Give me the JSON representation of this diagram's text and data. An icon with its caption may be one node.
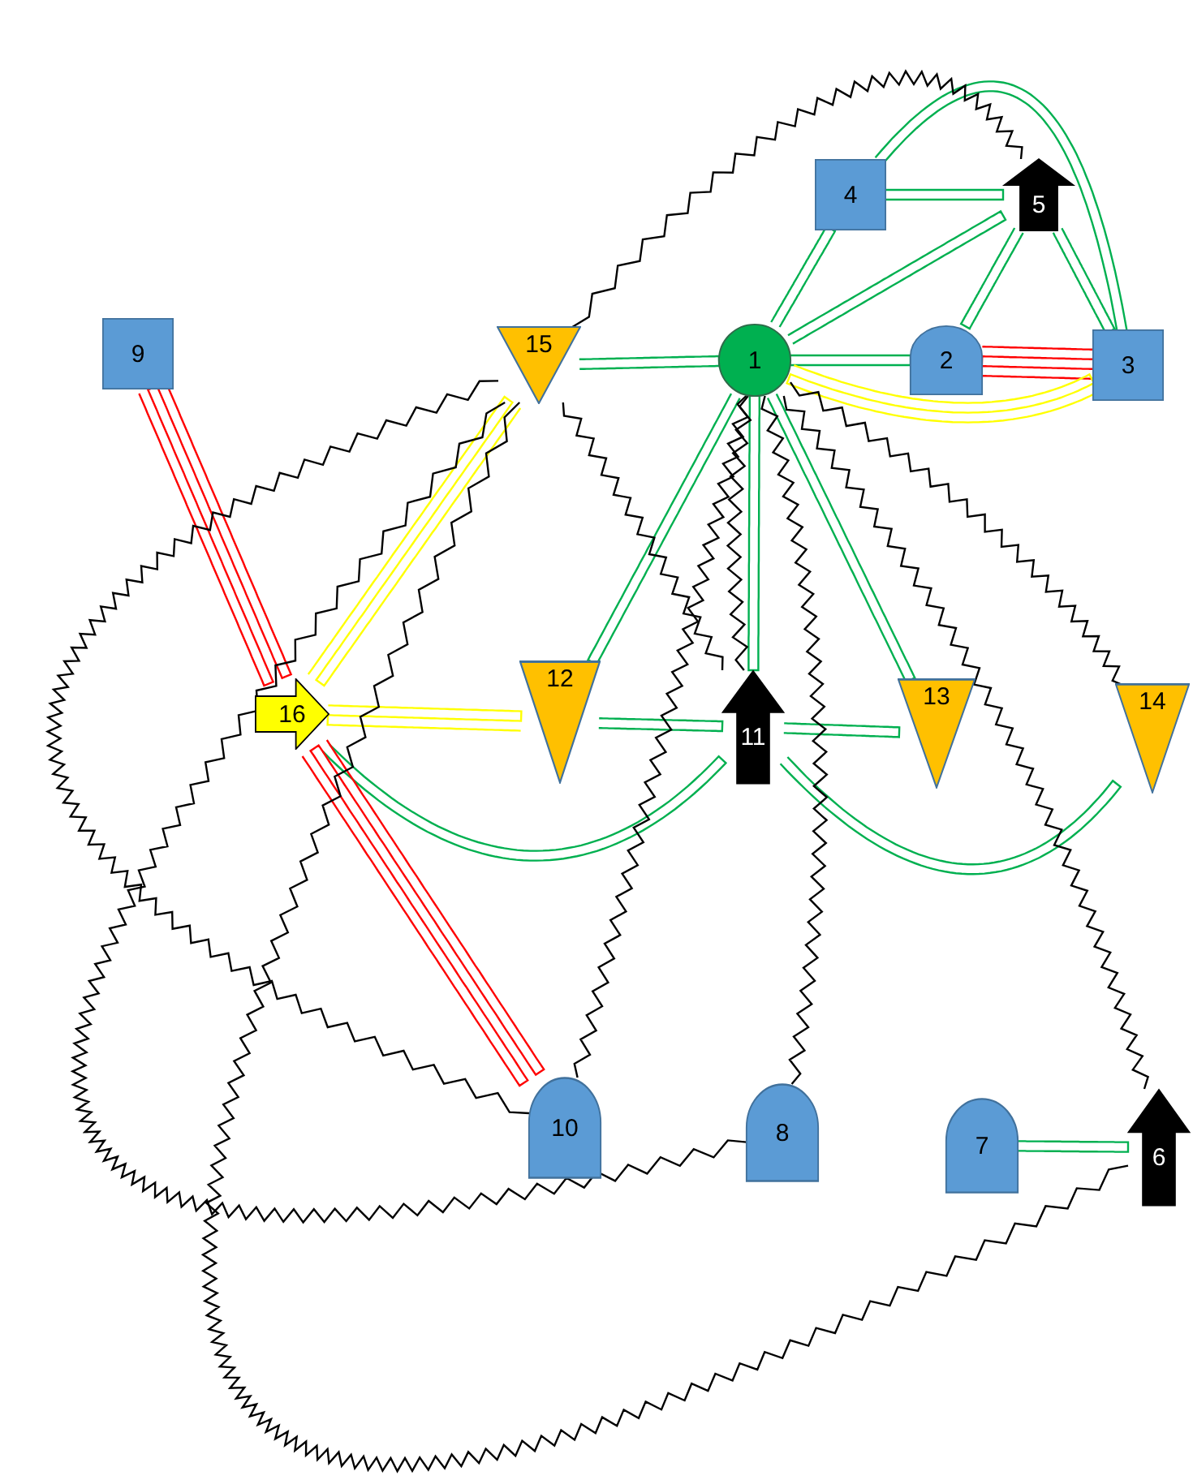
{
  "diagram": {
    "nodes": [
      {
        "text": [
          "1"
        ]
      },
      {
        "text": [
          "2"
        ]
      },
      {
        "text": [
          "3"
        ]
      },
      {
        "text": [
          "4"
        ]
      },
      {
        "text": [
          "5"
        ]
      },
      {
        "text": [
          "6"
        ]
      },
      {
        "text": [
          "7"
        ]
      },
      {
        "text": [
          "8"
        ]
      },
      {
        "text": [
          "9"
        ]
      },
      {
        "text": [
          "10"
        ]
      },
      {
        "text": [
          "11"
        ]
      },
      {
        "text": [
          "12"
        ]
      },
      {
        "text": [
          "13"
        ]
      },
      {
        "text": [
          "14"
        ]
      },
      {
        "text": [
          "15"
        ]
      },
      {
        "text": [
          "16"
        ]
      }
    ],
    "edges": [
      {
        "from": 14,
        "to": 0,
        "arrow": "none"
      },
      {
        "from": 0,
        "to": 3,
        "arrow": "none"
      },
      {
        "from": 0,
        "to": 4,
        "arrow": "none"
      },
      {
        "from": 0,
        "to": 1,
        "arrow": "none"
      },
      {
        "from": 3,
        "to": 4,
        "arrow": "none"
      },
      {
        "from": 4,
        "to": 1,
        "arrow": "none"
      },
      {
        "from": 4,
        "to": 2,
        "arrow": "none"
      },
      {
        "from": 3,
        "to": 2,
        "arrow": "none"
      },
      {
        "from": 1,
        "to": 2,
        "arrow": "none",
        "color": "#ff0000"
      },
      {
        "from": 0,
        "to": 2,
        "arrow": "none",
        "color": "#ffff00"
      },
      {
        "from": 0,
        "to": 11,
        "arrow": "none"
      },
      {
        "from": 0,
        "to": 10,
        "arrow": "none"
      },
      {
        "from": 0,
        "to": 12,
        "arrow": "none"
      },
      {
        "from": 14,
        "to": 15,
        "arrow": "none",
        "color": "#ffff00"
      },
      {
        "from": 15,
        "to": 11,
        "arrow": "none",
        "color": "#ffff00"
      },
      {
        "from": 11,
        "to": 10,
        "arrow": "none"
      },
      {
        "from": 10,
        "to": 12,
        "arrow": "none"
      },
      {
        "from": 15,
        "to": 10,
        "arrow": "none"
      },
      {
        "from": 10,
        "to": 13,
        "arrow": "none"
      },
      {
        "from": 8,
        "to": 15,
        "arrow": "none",
        "color": "#ff0000"
      },
      {
        "from": 15,
        "to": 9,
        "arrow": "none",
        "color": "#ff0000"
      },
      {
        "from": 6,
        "to": 5,
        "arrow": "none"
      },
      {
        "from": 14,
        "to": 4,
        "arrow": "none",
        "color": "#000000"
      },
      {
        "from": 14,
        "to": 10,
        "arrow": "none",
        "color": "#000000"
      },
      {
        "from": 0,
        "to": 9,
        "arrow": "none",
        "color": "#000000"
      },
      {
        "from": 0,
        "to": 10,
        "arrow": "none",
        "color": "#000000"
      },
      {
        "from": 0,
        "to": 7,
        "arrow": "none",
        "color": "#000000"
      },
      {
        "from": 0,
        "to": 13,
        "arrow": "none",
        "color": "#000000"
      },
      {
        "from": 0,
        "to": 5,
        "arrow": "none",
        "color": "#000000"
      },
      {
        "from": 14,
        "to": 9,
        "arrow": "none",
        "color": "#000000"
      },
      {
        "from": 14,
        "to": 7,
        "arrow": "none",
        "color": "#000000"
      },
      {
        "from": 14,
        "to": 5,
        "arrow": "none",
        "color": "#000000"
      }
    ]
  }
}
